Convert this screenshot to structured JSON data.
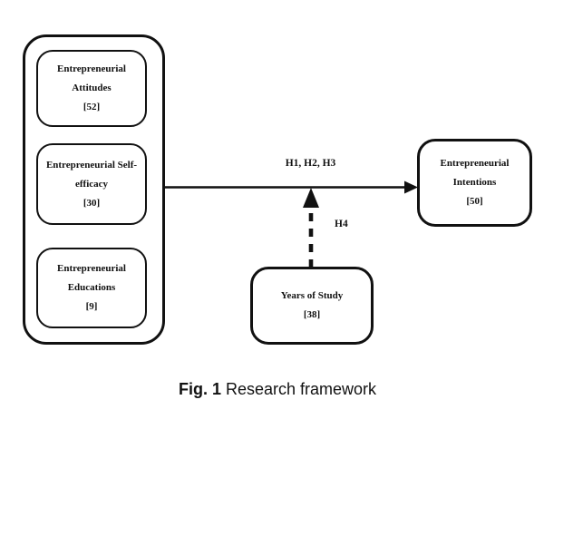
{
  "page": {
    "background_color": "#ffffff",
    "ink_color": "#111111"
  },
  "diagram": {
    "predictor_group": {
      "boxes": [
        {
          "label": "Entrepreneurial Attitudes",
          "ref": "[52]"
        },
        {
          "label": "Entrepreneurial Self-efficacy",
          "ref": "[30]"
        },
        {
          "label": "Entrepreneurial Educations",
          "ref": "[9]"
        }
      ]
    },
    "outcome_box": {
      "label": "Entrepreneurial Intentions",
      "ref": "[50]"
    },
    "moderator_box": {
      "label": "Years of Study",
      "ref": "[38]"
    },
    "arrows": {
      "main_label": "H1, H2, H3",
      "moderation_label": "H4"
    }
  },
  "caption": {
    "prefix": "Fig. 1",
    "text": "Research framework"
  }
}
